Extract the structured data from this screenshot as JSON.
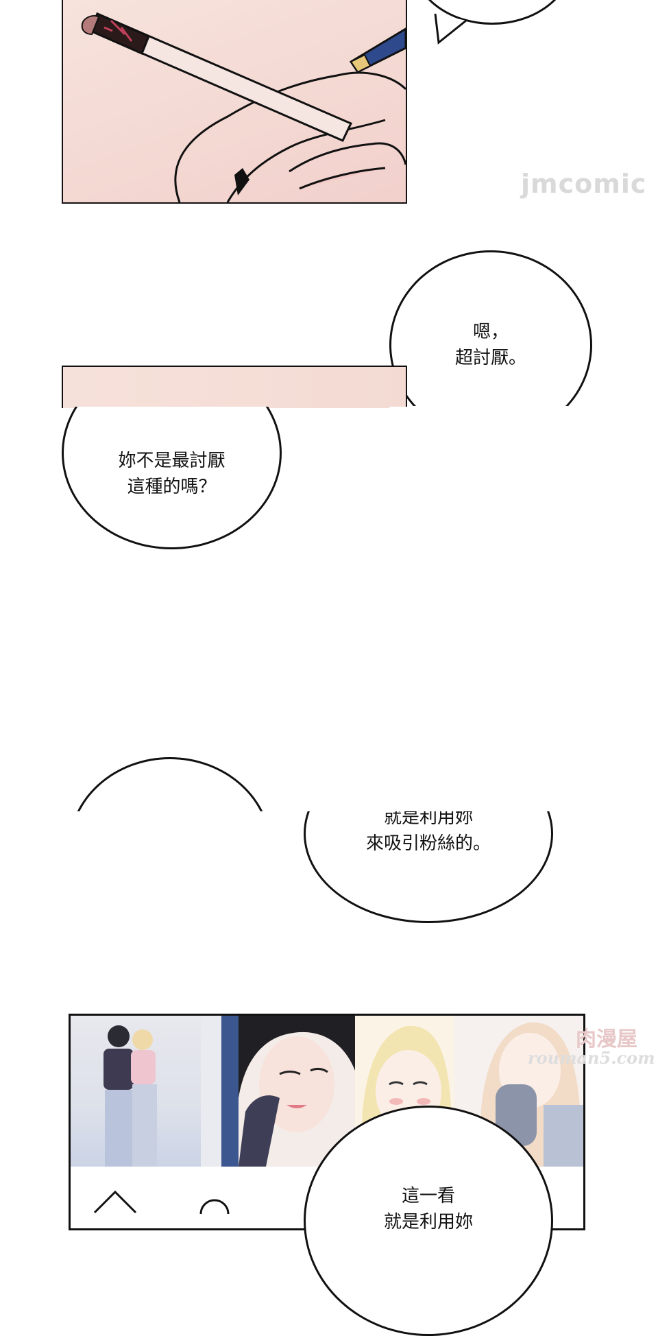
{
  "watermarks": {
    "jmcomic": "jmcomic",
    "site_cn": "肉漫屋",
    "site_url": "rouman5.com"
  },
  "bubbles": {
    "b1": "嗯，\n超討厭。",
    "b2": "妳不是最討厭\n這種的嗎？",
    "b3": "就是利用妳\n來吸引粉絲的。",
    "b4": "這一看\n就是利用妳"
  },
  "colors": {
    "skin": "#f4d9d3",
    "ink": "#111111",
    "pen_blue": "#2e4a8c"
  },
  "icons": [
    "cigarette-icon",
    "home-icon",
    "circle-button-icon"
  ]
}
